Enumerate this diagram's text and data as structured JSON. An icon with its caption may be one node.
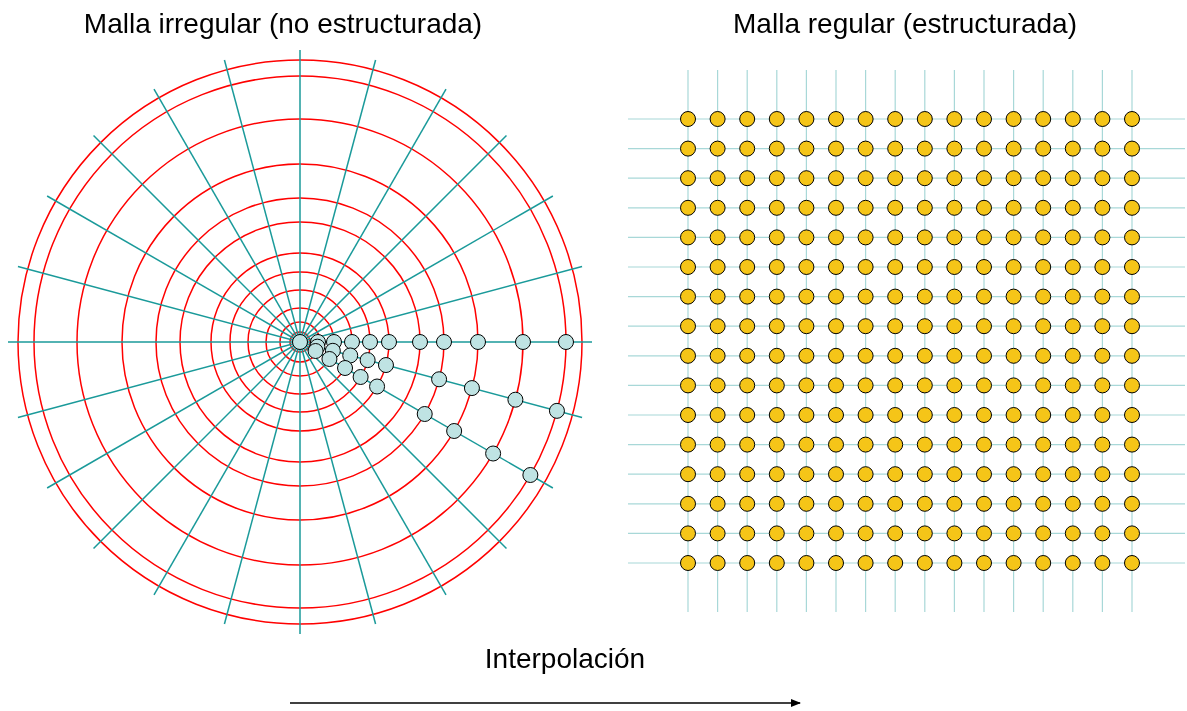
{
  "diagram": {
    "labels": [
      "Malla irregular (no estructurada)",
      "Malla regular (estructurada)",
      "Interpolación"
    ]
  }
}
